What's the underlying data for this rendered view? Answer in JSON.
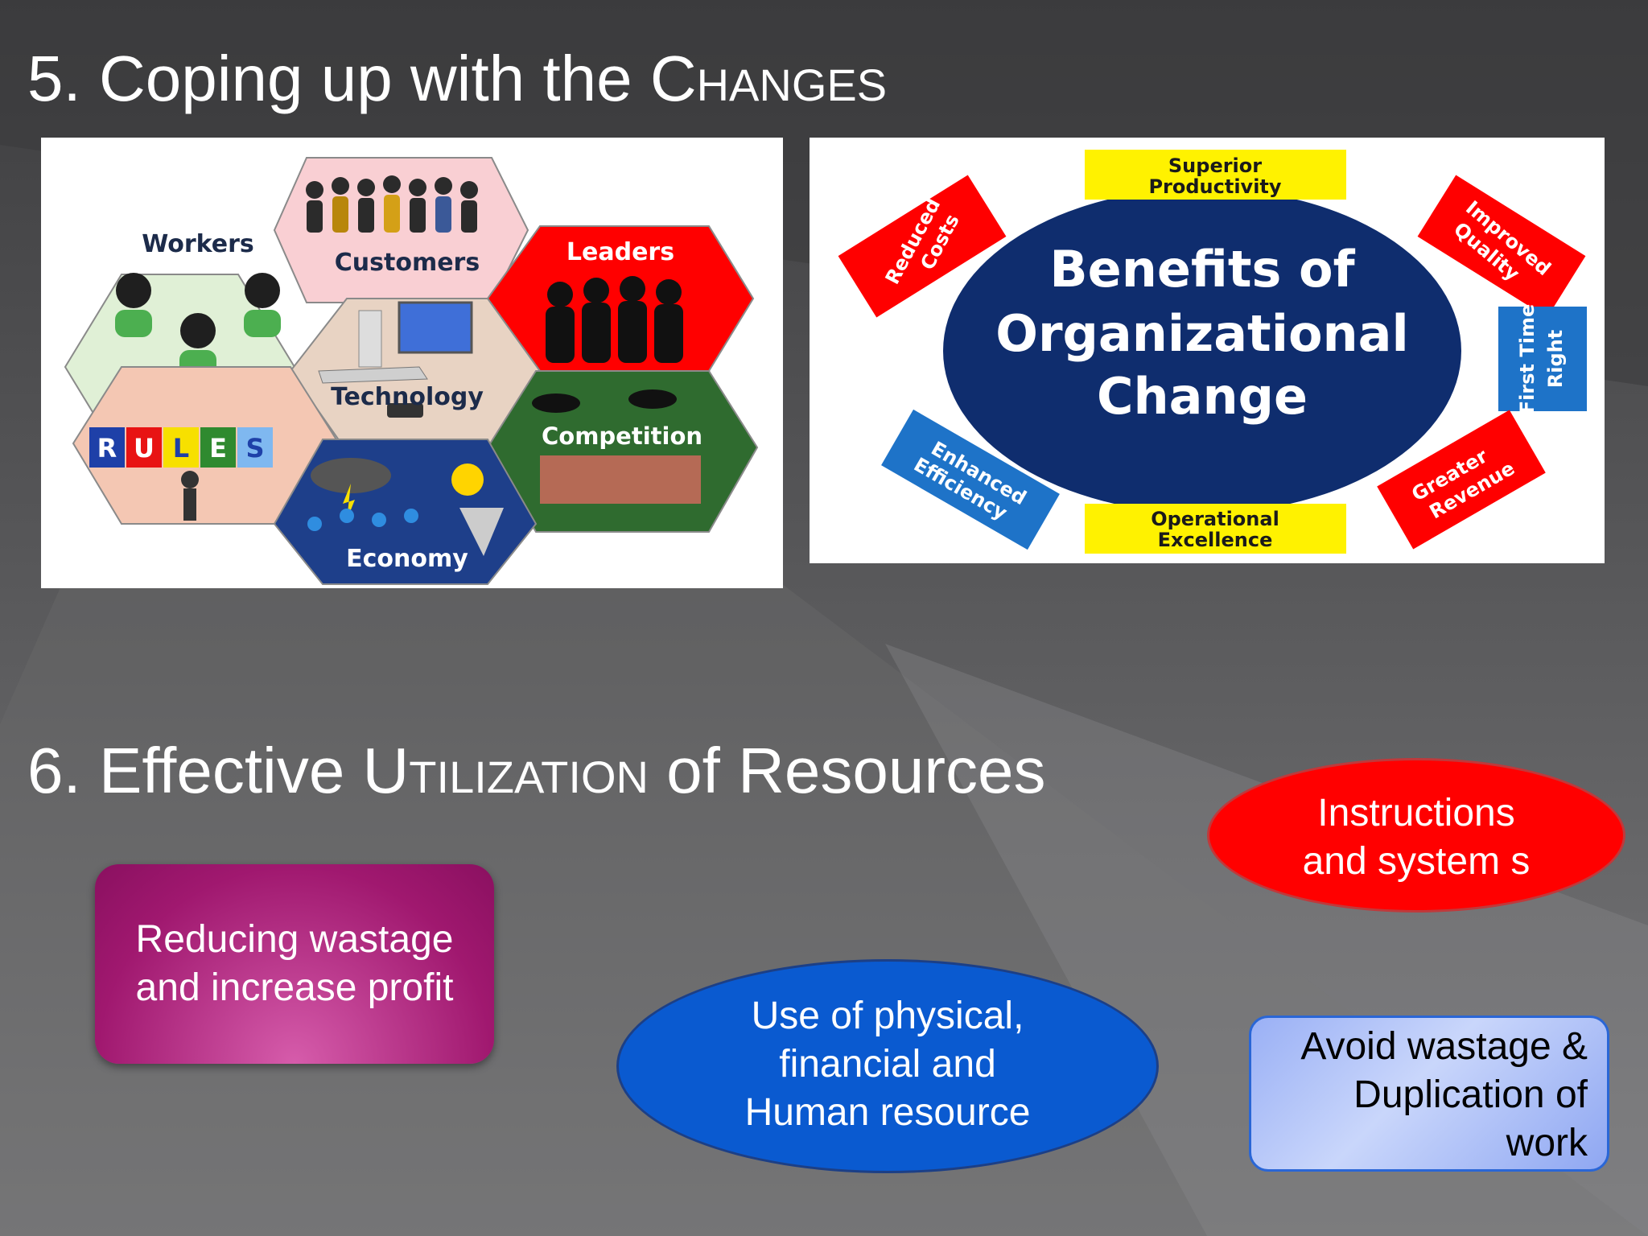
{
  "slide": {
    "section5": {
      "number": "5. ",
      "title_main": "Coping up with the ",
      "title_caps": "Changes"
    },
    "section6": {
      "number": "6. ",
      "title_pre": "Effective ",
      "title_caps": "Utilization",
      "title_post": " of Resources"
    }
  },
  "hex_diagram": {
    "workers": "Workers",
    "customers": "Customers",
    "leaders": "Leaders",
    "technology": "Technology",
    "competition": "Competition",
    "economy": "Economy",
    "rules_letters": [
      "R",
      "U",
      "L",
      "E",
      "S"
    ]
  },
  "benefits_diagram": {
    "center_line1": "Benefits of",
    "center_line2": "Organizational",
    "center_line3": "Change",
    "top": [
      "Superior",
      "Productivity"
    ],
    "bottom": [
      "Operational",
      "Excellence"
    ],
    "reduced_costs": [
      "Reduced",
      "Costs"
    ],
    "improved_quality": [
      "Improved",
      "Quality"
    ],
    "first_time_right": [
      "First Time",
      "Right"
    ],
    "enhanced_efficiency": [
      "Enhanced",
      "Efficiency"
    ],
    "greater_revenue": [
      "Greater",
      "Revenue"
    ]
  },
  "resources": {
    "reducing": [
      "Reducing wastage",
      "and increase profit"
    ],
    "instructions": [
      "Instructions",
      "and system s"
    ],
    "use_of": [
      "Use of physical,",
      "financial and",
      "Human resource"
    ],
    "avoid": [
      "Avoid wastage &",
      "Duplication of",
      "work"
    ]
  },
  "colors": {
    "red": "#ff0000",
    "blue_ellipse": "#0a5ad0",
    "magenta": "#a0186f",
    "navy": "#0f2d6e",
    "yellow": "#fff200"
  }
}
